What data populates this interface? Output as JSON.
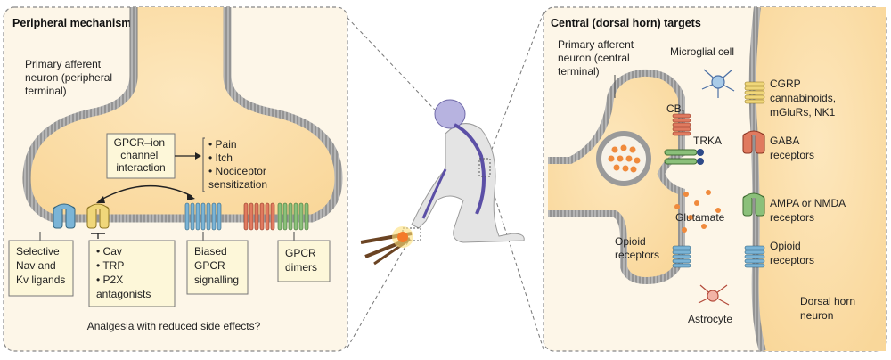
{
  "left_panel": {
    "title": "Peripheral mechanisms",
    "neuron_label": [
      "Primary afferent",
      "neuron (peripheral",
      "terminal)"
    ],
    "interaction_box": [
      "GPCR–ion",
      "channel",
      "interaction"
    ],
    "outcomes": [
      "• Pain",
      "• Itch",
      "• Nociceptor",
      "  sensitization"
    ],
    "ligands_box": [
      "Selective",
      "Nav and",
      "Kv ligands"
    ],
    "antagonists_box": [
      "• Cav",
      "• TRP",
      "• P2X",
      "  antagonists"
    ],
    "biased_box": [
      "Biased",
      "GPCR",
      "signalling"
    ],
    "dimers_box": [
      "GPCR",
      "dimers"
    ],
    "footer": "Analgesia with reduced side effects?"
  },
  "right_panel": {
    "title": "Central (dorsal horn) targets",
    "neuron_label": [
      "Primary afferent",
      "neuron (central",
      "terminal)"
    ],
    "microglia": "Microglial cell",
    "cb1_main": "CB",
    "cb1_sub": "1",
    "trka": "TRKA",
    "glutamate": "Glutamate",
    "opioid_pre": [
      "Opioid",
      "receptors"
    ],
    "astrocyte": "Astrocyte",
    "cgrp": [
      "CGRP",
      "cannabinoids,",
      "mGluRs, NK1"
    ],
    "gaba": [
      "GABA",
      "receptors"
    ],
    "ampa": [
      "AMPA or NMDA",
      "receptors"
    ],
    "opioid_post": [
      "Opioid",
      "receptors"
    ],
    "dorsal_horn": [
      "Dorsal horn",
      "neuron"
    ]
  },
  "colors": {
    "panel_bg": "#fdf6e8",
    "cytoplasm": "#fbe3b5",
    "membrane": "#9a9a9a",
    "box_fill": "#fdf7d9",
    "receptor_blue": "#7bb4d6",
    "receptor_yellow": "#f0d77a",
    "receptor_red": "#e07a5f",
    "receptor_green": "#8bc07a",
    "vesicle_orange": "#f08a3c"
  }
}
